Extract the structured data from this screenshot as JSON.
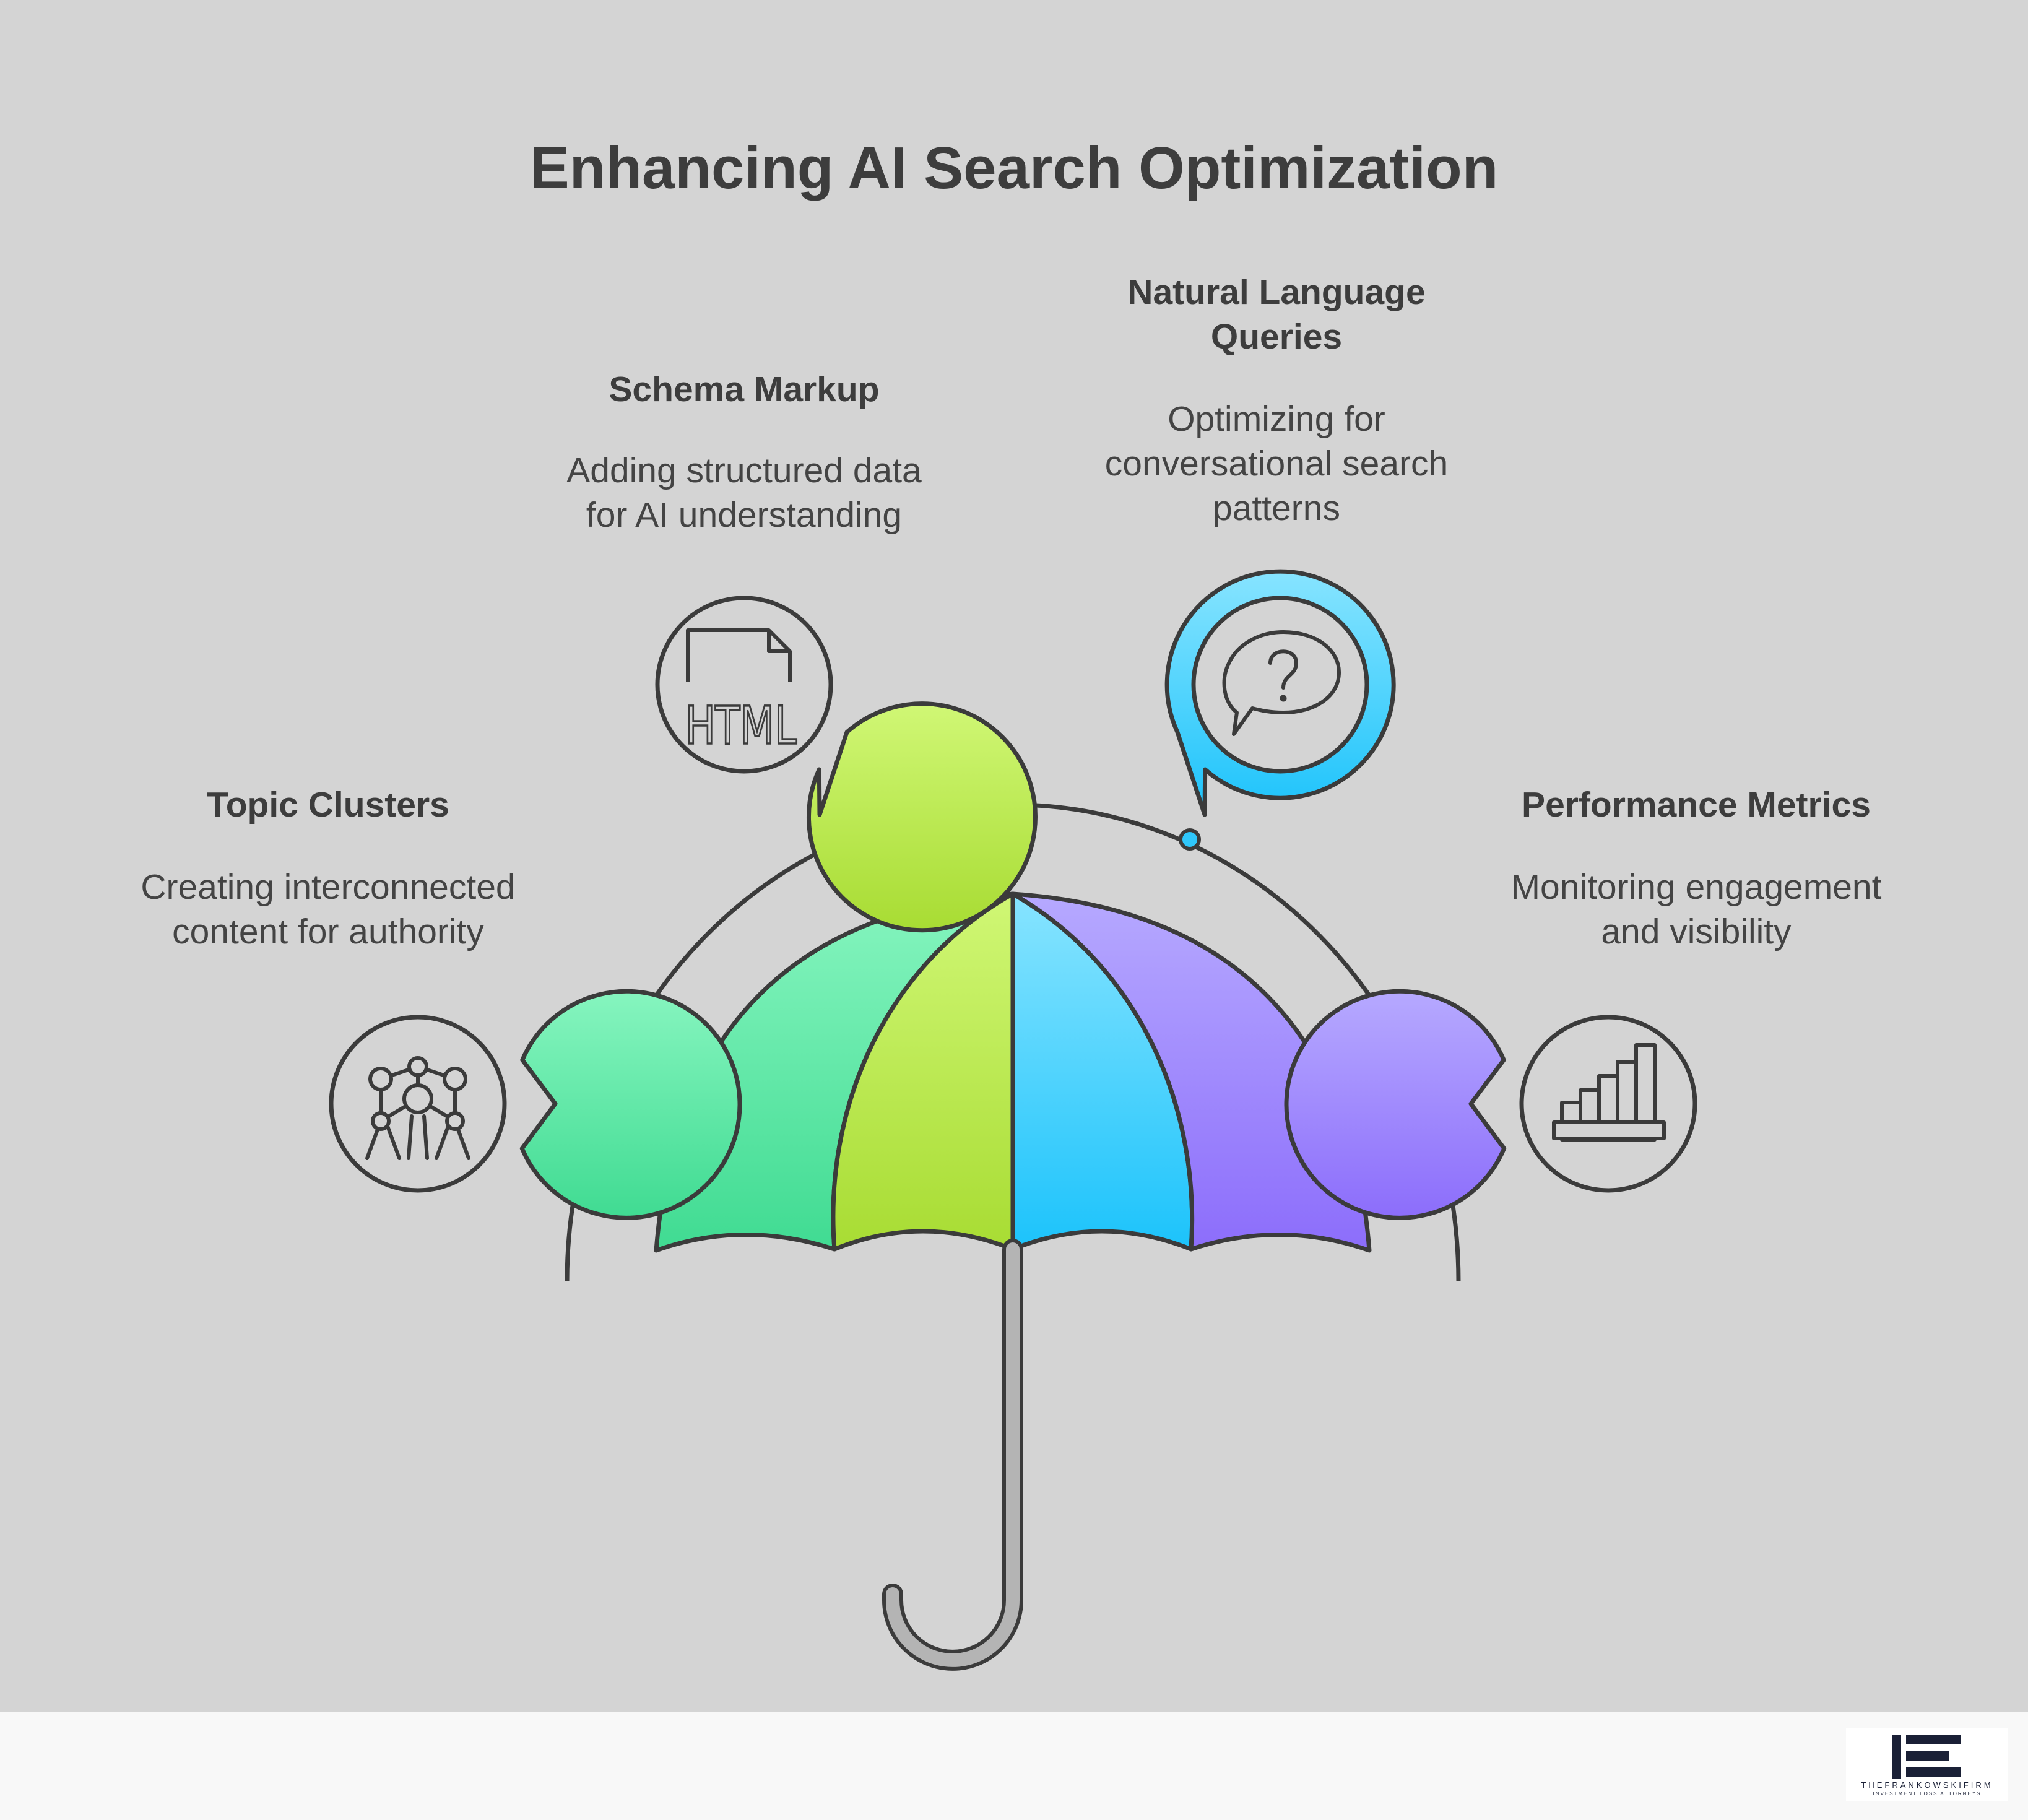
{
  "title": "Enhancing AI Search Optimization",
  "items": [
    {
      "heading": "Topic Clusters",
      "desc_lines": [
        "Creating interconnected",
        "content for authority"
      ],
      "icon": "atomium-icon",
      "color": "#4ee49c"
    },
    {
      "heading": "Schema Markup",
      "desc_lines": [
        "Adding structured data",
        "for AI understanding"
      ],
      "icon": "html-file-icon",
      "icon_text": "HTML",
      "color": "#b2e047"
    },
    {
      "heading_lines": [
        "Natural Language",
        "Queries"
      ],
      "desc_lines": [
        "Optimizing for",
        "conversational search",
        "patterns"
      ],
      "icon": "question-bubble-icon",
      "color": "#2fc7fb"
    },
    {
      "heading": "Performance Metrics",
      "desc_lines": [
        "Monitoring engagement",
        "and visibility"
      ],
      "icon": "bar-chart-icon",
      "color": "#9a82fd"
    }
  ],
  "logo": {
    "text": "THEFRANKOWSKIFIRM",
    "tagline": "INVESTMENT LOSS ATTORNEYS"
  }
}
